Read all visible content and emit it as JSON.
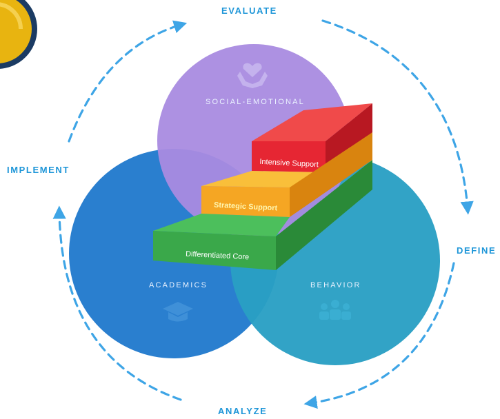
{
  "cycle": {
    "evaluate": "EVALUATE",
    "define": "DEFINE",
    "analyze": "ANALYZE",
    "implement": "IMPLEMENT"
  },
  "circles": {
    "social_emotional": "SOCIAL-EMOTIONAL",
    "academics": "ACADEMICS",
    "behavior": "BEHAVIOR"
  },
  "tiers": {
    "intensive": "Intensive Support",
    "strategic": "Strategic Support",
    "core": "Differentiated Core"
  },
  "colors": {
    "cycle_arrow": "#3ea5e6",
    "social_emotional": "#a98be0",
    "academics": "#2a7fcf",
    "behavior": "#2a9fc4",
    "intensive": "#e62633",
    "strategic": "#f5a623",
    "core": "#3aa84a",
    "badge": "#e8b410"
  },
  "icons": {
    "social_emotional": "hands-heart-icon",
    "academics": "graduation-cap-icon",
    "behavior": "people-icon"
  }
}
